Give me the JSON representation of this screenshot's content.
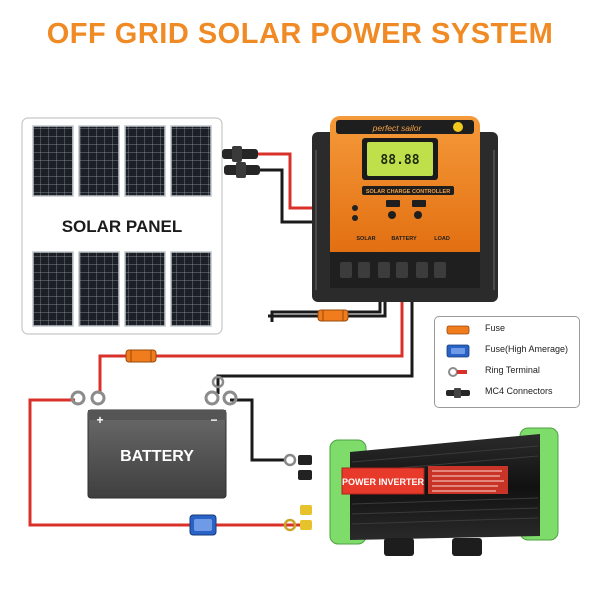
{
  "title": "OFF GRID SOLAR POWER SYSTEM",
  "solar_panel": {
    "label": "SOLAR PANEL"
  },
  "controller": {
    "brand": "perfect sailor",
    "lcd_digits": "88.88",
    "model_label": "SOLAR CHARGE CONTROLLER",
    "port_labels": [
      "SOLAR",
      "BATTERY",
      "LOAD"
    ]
  },
  "battery": {
    "label": "BATTERY",
    "plus": "+",
    "minus": "−"
  },
  "inverter": {
    "label": "POWER INVERTER"
  },
  "legend": {
    "items": [
      {
        "label": "Fuse",
        "icon": "fuse-icon"
      },
      {
        "label": "Fuse(High Amerage)",
        "icon": "high-amperage-fuse-icon"
      },
      {
        "label": "Ring Terminal",
        "icon": "ring-terminal-icon"
      },
      {
        "label": "MC4 Connectors",
        "icon": "mc4-connector-icon"
      }
    ]
  },
  "colors": {
    "title": "#f08a24",
    "positive_wire": "#d9302a",
    "negative_wire": "#1a1a1a",
    "fuse": "#f07c1e",
    "high_amp_fuse": "#2a63c8",
    "controller_body": "#f07a14",
    "inverter_frame": "#7ddc6a"
  }
}
